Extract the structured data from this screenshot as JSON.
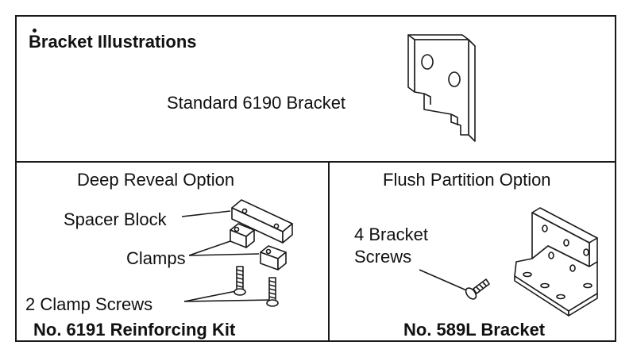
{
  "top_panel": {
    "title": "Bracket Illustrations",
    "standard_label": "Standard 6190 Bracket"
  },
  "left_panel": {
    "heading": "Deep Reveal Option",
    "spacer_label": "Spacer Block",
    "clamps_label": "Clamps",
    "clamp_screws_label": "2 Clamp Screws",
    "footer": "No. 6191 Reinforcing Kit"
  },
  "right_panel": {
    "heading": "Flush Partition Option",
    "screws_label_line1": "4 Bracket",
    "screws_label_line2": "Screws",
    "footer": "No. 589L Bracket"
  }
}
